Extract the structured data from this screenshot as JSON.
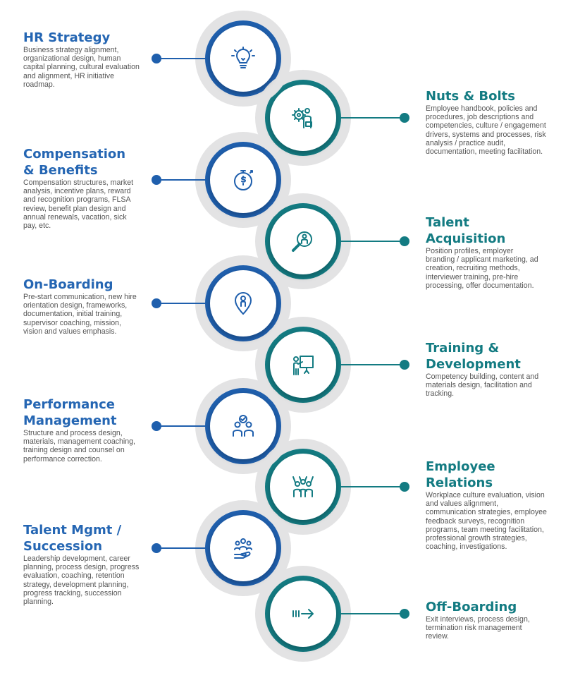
{
  "colors": {
    "blue": "#1f5fad",
    "teal": "#137b82",
    "ring": "#e3e3e4",
    "text": "#555555"
  },
  "items": [
    {
      "side": "left",
      "title": "HR Strategy",
      "icon": "lightbulb-icon",
      "desc": "Business strategy alignment, organizational design, human capital planning, cultural evaluation and alignment, HR initiative roadmap."
    },
    {
      "side": "right",
      "title": "Nuts & Bolts",
      "icon": "gears-person-icon",
      "desc": "Employee handbook, policies and procedures, job descriptions and competencies, culture / engagement drivers, systems and processes, risk analysis / practice audit, documentation, meeting facilitation."
    },
    {
      "side": "left",
      "title": "Compensation & Benefits",
      "icon": "stopwatch-dollar-icon",
      "desc": "Compensation structures, market analysis, incentive plans, reward and recognition programs, FLSA review, benefit plan design and annual renewals, vacation, sick pay, etc."
    },
    {
      "side": "right",
      "title": "Talent Acquisition",
      "icon": "magnifier-person-icon",
      "desc": "Position profiles, employer branding / applicant marketing, ad creation, recruiting methods, interviewer training, pre-hire processing, offer documentation."
    },
    {
      "side": "left",
      "title": "On-Boarding",
      "icon": "location-pin-person-icon",
      "desc": "Pre-start communication, new hire orientation design, frameworks, documentation, initial training, supervisor coaching, mission, vision and values emphasis."
    },
    {
      "side": "right",
      "title": "Training & Development",
      "icon": "presentation-board-icon",
      "desc": "Competency building, content and materials design, facilitation and tracking."
    },
    {
      "side": "left",
      "title": "Performance Management",
      "icon": "team-check-icon",
      "desc": "Structure and process design, materials, management coaching, training design and counsel on performance correction."
    },
    {
      "side": "right",
      "title": "Employee Relations",
      "icon": "cheering-people-icon",
      "desc": "Workplace culture evaluation, vision and values alignment, communication strategies, employee feedback surveys, recognition programs, team meeting facilitation, professional growth strategies, coaching, investigations."
    },
    {
      "side": "left",
      "title": "Talent Mgmt / Succession",
      "icon": "hand-holding-people-icon",
      "desc": "Leadership development, career planning, process design, progress evaluation, coaching, retention strategy, development planning, progress tracking, succession planning."
    },
    {
      "side": "right",
      "title": "Off-Boarding",
      "icon": "exit-arrow-icon",
      "desc": "Exit interviews, process design, termination risk management review."
    }
  ]
}
